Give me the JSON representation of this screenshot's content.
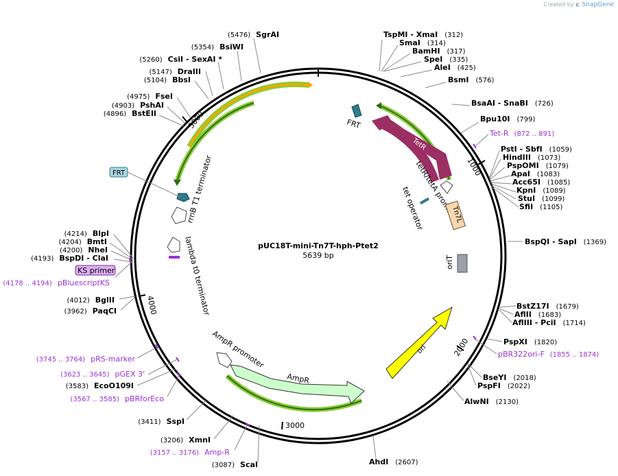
{
  "header": {
    "created_by": "Created by",
    "brand": "SnapGene"
  },
  "plasmid": {
    "name": "pUC18T-mini-Tn7T-hph-Ptet2",
    "length": "5639 bp"
  },
  "tick_labels": [
    "1000",
    "2000",
    "3000",
    "4000",
    "5000"
  ],
  "sites_right": [
    {
      "name": "TspMI - XmaI",
      "pos": "(312)"
    },
    {
      "name": "SmaI",
      "pos": "(314)"
    },
    {
      "name": "BamHI",
      "pos": "(317)"
    },
    {
      "name": "SpeI",
      "pos": "(335)"
    },
    {
      "name": "AleI",
      "pos": "(425)"
    },
    {
      "name": "BsmI",
      "pos": "(576)"
    },
    {
      "name": "BsaAI - SnaBI",
      "pos": "(726)"
    },
    {
      "name": "Bpu10I",
      "pos": "(799)"
    },
    {
      "name": "PstI - SbfI",
      "pos": "(1059)"
    },
    {
      "name": "HindIII",
      "pos": "(1073)"
    },
    {
      "name": "PspOMI",
      "pos": "(1079)"
    },
    {
      "name": "ApaI",
      "pos": "(1083)"
    },
    {
      "name": "Acc65I",
      "pos": "(1085)"
    },
    {
      "name": "KpnI",
      "pos": "(1089)"
    },
    {
      "name": "StuI",
      "pos": "(1099)"
    },
    {
      "name": "SfiI",
      "pos": "(1105)"
    },
    {
      "name": "BspQI - SapI",
      "pos": "(1369)"
    },
    {
      "name": "BstZ17I",
      "pos": "(1679)"
    },
    {
      "name": "AflII",
      "pos": "(1683)"
    },
    {
      "name": "AflIII - PciI",
      "pos": "(1714)"
    },
    {
      "name": "PspXI",
      "pos": "(1820)"
    },
    {
      "name": "BseYI",
      "pos": "(2018)"
    },
    {
      "name": "PspFI",
      "pos": "(2022)"
    },
    {
      "name": "AlwNI",
      "pos": "(2130)"
    },
    {
      "name": "AhdI",
      "pos": "(2607)"
    }
  ],
  "sites_left": [
    {
      "name": "SgrAI",
      "pos": "(5476)"
    },
    {
      "name": "BsiWI",
      "pos": "(5354)"
    },
    {
      "name": "CsiI - SexAI *",
      "pos": "(5260)"
    },
    {
      "name": "DraIII",
      "pos": "(5147)"
    },
    {
      "name": "BbsI",
      "pos": "(5104)"
    },
    {
      "name": "FseI",
      "pos": "(4975)"
    },
    {
      "name": "PshAI",
      "pos": "(4903)"
    },
    {
      "name": "BstEII",
      "pos": "(4896)"
    },
    {
      "name": "BlpI",
      "pos": "(4214)"
    },
    {
      "name": "BmtI",
      "pos": "(4204)"
    },
    {
      "name": "NheI",
      "pos": "(4200)"
    },
    {
      "name": "BspDI - ClaI",
      "pos": "(4193)"
    },
    {
      "name": "BglII",
      "pos": "(4012)"
    },
    {
      "name": "PaqCI",
      "pos": "(3962)"
    },
    {
      "name": "EcoO109I",
      "pos": "(3583)"
    },
    {
      "name": "SspI",
      "pos": "(3411)"
    },
    {
      "name": "XmnI",
      "pos": "(3206)"
    },
    {
      "name": "ScaI",
      "pos": "(3087)"
    }
  ],
  "primers": [
    {
      "name": "Tet-R",
      "range": "(872 .. 891)"
    },
    {
      "name": "pBR322ori-F",
      "range": "(1855 .. 1874)"
    },
    {
      "name": "pBluescriptKS",
      "range": "(4178 .. 4194)"
    },
    {
      "name": "pRS-marker",
      "range": "(3745 .. 3764)"
    },
    {
      "name": "pGEX 3'",
      "range": "(3623 .. 3645)"
    },
    {
      "name": "pBRforEco",
      "range": "(3567 .. 3585)"
    },
    {
      "name": "Amp-R",
      "range": "(3157 .. 3176)"
    }
  ],
  "features": {
    "frt_top": "FRT",
    "frt_boxed": "FRT",
    "tetR": "TetR",
    "tetR_promoters": "tetR/tetA promoters",
    "tet_operator": "tet operator",
    "tn7l": "Tn7L",
    "oriT": "oriT",
    "ori": "ori",
    "ampR": "AmpR",
    "ampR_promoter": "AmpR promoter",
    "ks_primer": "KS primer",
    "rrnB": "rrnB T1 terminator",
    "lambda": "lambda t0 terminator"
  },
  "colors": {
    "backbone": "#000000",
    "tetR": "#9b2f63",
    "ori": "#ffff00",
    "ampR": "#ccffcc",
    "hph_orange": "#f7a600",
    "green_outline": "#88cc33",
    "frt": "#2e7d8c",
    "tn7": "#f9d7b0",
    "oriT": "#9aa0a6",
    "primer": "#9b30d9"
  }
}
